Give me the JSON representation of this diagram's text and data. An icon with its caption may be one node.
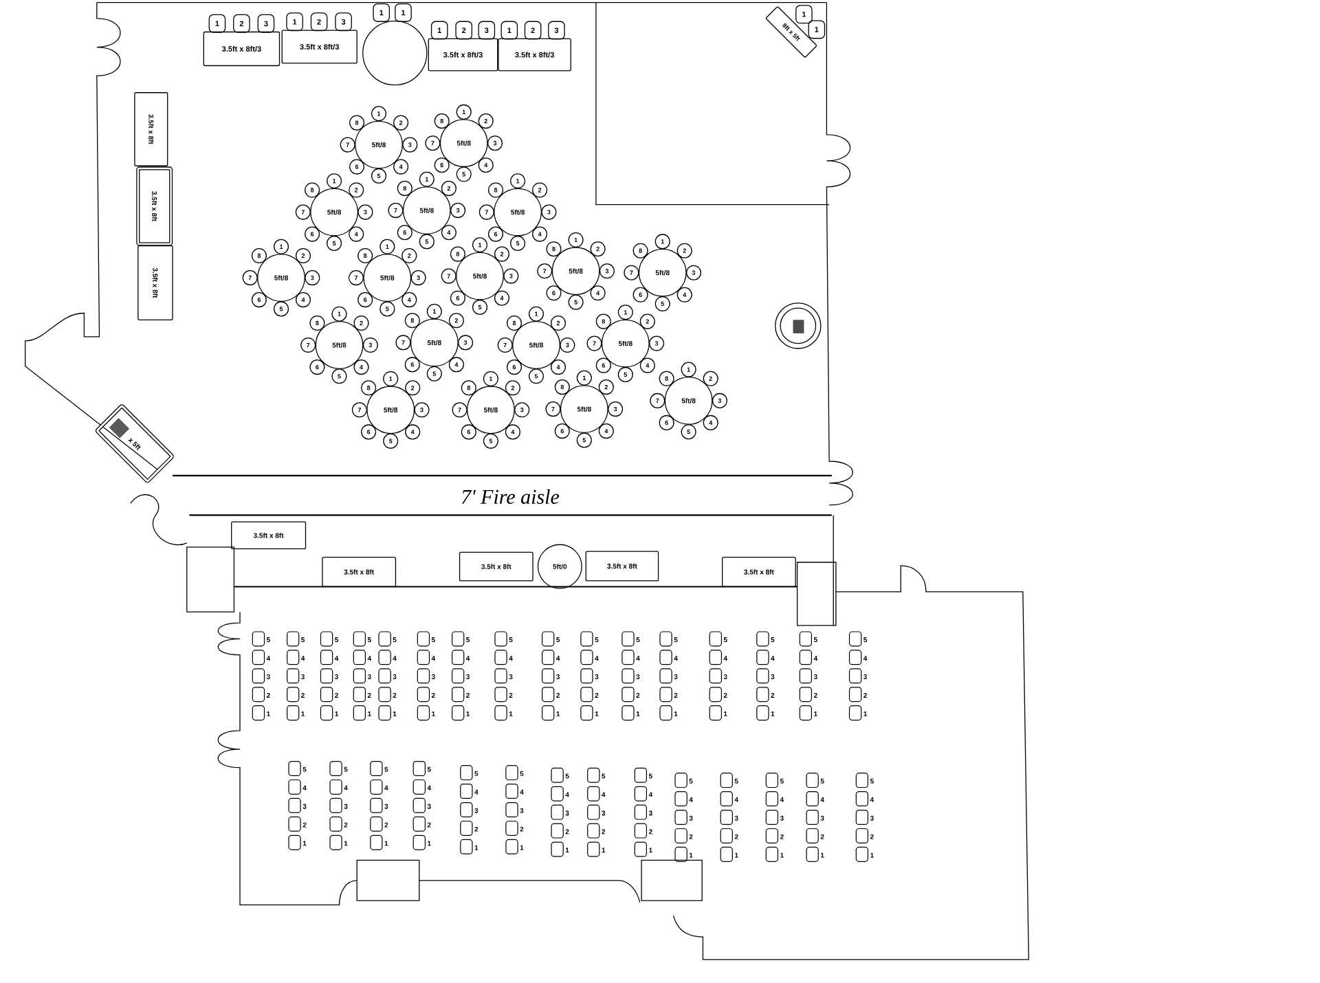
{
  "diagram": {
    "nodes": [
      {
        "text": [
          "3.5ft x 8ft/3"
        ]
      },
      {
        "text": [
          "1"
        ]
      },
      {
        "text": [
          "2"
        ]
      },
      {
        "text": [
          "3"
        ]
      },
      {
        "text": [
          "3.5ft x 8ft/3"
        ]
      },
      {
        "text": [
          "1"
        ]
      },
      {
        "text": [
          "2"
        ]
      },
      {
        "text": [
          "3"
        ]
      },
      {
        "text": [],
        "shape": "circle"
      },
      {
        "text": [
          "1"
        ]
      },
      {
        "text": [
          "1"
        ]
      },
      {
        "text": [
          "3.5ft x 8ft/3"
        ]
      },
      {
        "text": [
          "1"
        ]
      },
      {
        "text": [
          "2"
        ]
      },
      {
        "text": [
          "3"
        ]
      },
      {
        "text": [
          "3.5ft x 8ft/3"
        ]
      },
      {
        "text": [
          "1"
        ]
      },
      {
        "text": [
          "2"
        ]
      },
      {
        "text": [
          "3"
        ]
      },
      {
        "text": [
          "8ft x 5ft"
        ]
      },
      {
        "text": [
          "1"
        ]
      },
      {
        "text": [
          "1"
        ]
      },
      {
        "text": [
          "3.5ft x 8ft"
        ]
      },
      {
        "text": [
          "3.5ft x 8ft"
        ]
      },
      {
        "text": [
          "3.5ft x 8ft"
        ]
      },
      {
        "text": [
          "x 5ft"
        ]
      },
      {
        "text": [
          "5ft/8"
        ]
      },
      {
        "text": [
          "1"
        ]
      },
      {
        "text": [
          "2"
        ]
      },
      {
        "text": [
          "3"
        ]
      },
      {
        "text": [
          "4"
        ]
      },
      {
        "text": [
          "5"
        ]
      },
      {
        "text": [
          "6"
        ]
      },
      {
        "text": [
          "7"
        ]
      },
      {
        "text": [
          "8"
        ]
      },
      {
        "text": [
          "5ft/8"
        ]
      },
      {
        "text": [
          "1"
        ]
      },
      {
        "text": [
          "2"
        ]
      },
      {
        "text": [
          "3"
        ]
      },
      {
        "text": [
          "4"
        ]
      },
      {
        "text": [
          "5"
        ]
      },
      {
        "text": [
          "6"
        ]
      },
      {
        "text": [
          "7"
        ]
      },
      {
        "text": [
          "8"
        ]
      },
      {
        "text": [
          "5ft/8"
        ]
      },
      {
        "text": [
          "1"
        ]
      },
      {
        "text": [
          "2"
        ]
      },
      {
        "text": [
          "3"
        ]
      },
      {
        "text": [
          "4"
        ]
      },
      {
        "text": [
          "5"
        ]
      },
      {
        "text": [
          "6"
        ]
      },
      {
        "text": [
          "7"
        ]
      },
      {
        "text": [
          "8"
        ]
      },
      {
        "text": [
          "5ft/8"
        ]
      },
      {
        "text": [
          "1"
        ]
      },
      {
        "text": [
          "2"
        ]
      },
      {
        "text": [
          "3"
        ]
      },
      {
        "text": [
          "4"
        ]
      },
      {
        "text": [
          "5"
        ]
      },
      {
        "text": [
          "6"
        ]
      },
      {
        "text": [
          "7"
        ]
      },
      {
        "text": [
          "8"
        ]
      },
      {
        "text": [
          "5ft/8"
        ]
      },
      {
        "text": [
          "1"
        ]
      },
      {
        "text": [
          "2"
        ]
      },
      {
        "text": [
          "3"
        ]
      },
      {
        "text": [
          "4"
        ]
      },
      {
        "text": [
          "5"
        ]
      },
      {
        "text": [
          "6"
        ]
      },
      {
        "text": [
          "7"
        ]
      },
      {
        "text": [
          "8"
        ]
      },
      {
        "text": [
          "5ft/8"
        ]
      },
      {
        "text": [
          "1"
        ]
      },
      {
        "text": [
          "2"
        ]
      },
      {
        "text": [
          "3"
        ]
      },
      {
        "text": [
          "4"
        ]
      },
      {
        "text": [
          "5"
        ]
      },
      {
        "text": [
          "6"
        ]
      },
      {
        "text": [
          "7"
        ]
      },
      {
        "text": [
          "8"
        ]
      },
      {
        "text": [
          "5ft/8"
        ]
      },
      {
        "text": [
          "1"
        ]
      },
      {
        "text": [
          "2"
        ]
      },
      {
        "text": [
          "3"
        ]
      },
      {
        "text": [
          "4"
        ]
      },
      {
        "text": [
          "5"
        ]
      },
      {
        "text": [
          "6"
        ]
      },
      {
        "text": [
          "7"
        ]
      },
      {
        "text": [
          "8"
        ]
      },
      {
        "text": [
          "5ft/8"
        ]
      },
      {
        "text": [
          "1"
        ]
      },
      {
        "text": [
          "2"
        ]
      },
      {
        "text": [
          "3"
        ]
      },
      {
        "text": [
          "4"
        ]
      },
      {
        "text": [
          "5"
        ]
      },
      {
        "text": [
          "6"
        ]
      },
      {
        "text": [
          "7"
        ]
      },
      {
        "text": [
          "8"
        ]
      },
      {
        "text": [
          "5ft/8"
        ]
      },
      {
        "text": [
          "1"
        ]
      },
      {
        "text": [
          "2"
        ]
      },
      {
        "text": [
          "3"
        ]
      },
      {
        "text": [
          "4"
        ]
      },
      {
        "text": [
          "5"
        ]
      },
      {
        "text": [
          "6"
        ]
      },
      {
        "text": [
          "7"
        ]
      },
      {
        "text": [
          "8"
        ]
      },
      {
        "text": [
          "5ft/8"
        ]
      },
      {
        "text": [
          "1"
        ]
      },
      {
        "text": [
          "2"
        ]
      },
      {
        "text": [
          "3"
        ]
      },
      {
        "text": [
          "4"
        ]
      },
      {
        "text": [
          "5"
        ]
      },
      {
        "text": [
          "6"
        ]
      },
      {
        "text": [
          "7"
        ]
      },
      {
        "text": [
          "8"
        ]
      },
      {
        "text": [
          "5ft/8"
        ]
      },
      {
        "text": [
          "1"
        ]
      },
      {
        "text": [
          "2"
        ]
      },
      {
        "text": [
          "3"
        ]
      },
      {
        "text": [
          "4"
        ]
      },
      {
        "text": [
          "5"
        ]
      },
      {
        "text": [
          "6"
        ]
      },
      {
        "text": [
          "7"
        ]
      },
      {
        "text": [
          "8"
        ]
      },
      {
        "text": [
          "5ft/8"
        ]
      },
      {
        "text": [
          "1"
        ]
      },
      {
        "text": [
          "2"
        ]
      },
      {
        "text": [
          "3"
        ]
      },
      {
        "text": [
          "4"
        ]
      },
      {
        "text": [
          "5"
        ]
      },
      {
        "text": [
          "6"
        ]
      },
      {
        "text": [
          "7"
        ]
      },
      {
        "text": [
          "8"
        ]
      },
      {
        "text": [
          "5ft/8"
        ]
      },
      {
        "text": [
          "1"
        ]
      },
      {
        "text": [
          "2"
        ]
      },
      {
        "text": [
          "3"
        ]
      },
      {
        "text": [
          "4"
        ]
      },
      {
        "text": [
          "5"
        ]
      },
      {
        "text": [
          "6"
        ]
      },
      {
        "text": [
          "7"
        ]
      },
      {
        "text": [
          "8"
        ]
      },
      {
        "text": [
          "5ft/8"
        ]
      },
      {
        "text": [
          "1"
        ]
      },
      {
        "text": [
          "2"
        ]
      },
      {
        "text": [
          "3"
        ]
      },
      {
        "text": [
          "4"
        ]
      },
      {
        "text": [
          "5"
        ]
      },
      {
        "text": [
          "6"
        ]
      },
      {
        "text": [
          "7"
        ]
      },
      {
        "text": [
          "8"
        ]
      },
      {
        "text": [
          "5ft/8"
        ]
      },
      {
        "text": [
          "1"
        ]
      },
      {
        "text": [
          "2"
        ]
      },
      {
        "text": [
          "3"
        ]
      },
      {
        "text": [
          "4"
        ]
      },
      {
        "text": [
          "5"
        ]
      },
      {
        "text": [
          "6"
        ]
      },
      {
        "text": [
          "7"
        ]
      },
      {
        "text": [
          "8"
        ]
      },
      {
        "text": [
          "5ft/8"
        ]
      },
      {
        "text": [
          "1"
        ]
      },
      {
        "text": [
          "2"
        ]
      },
      {
        "text": [
          "3"
        ]
      },
      {
        "text": [
          "4"
        ]
      },
      {
        "text": [
          "5"
        ]
      },
      {
        "text": [
          "6"
        ]
      },
      {
        "text": [
          "7"
        ]
      },
      {
        "text": [
          "8"
        ]
      },
      {
        "text": [
          "5ft/8"
        ]
      },
      {
        "text": [
          "1"
        ]
      },
      {
        "text": [
          "2"
        ]
      },
      {
        "text": [
          "3"
        ]
      },
      {
        "text": [
          "4"
        ]
      },
      {
        "text": [
          "5"
        ]
      },
      {
        "text": [
          "6"
        ]
      },
      {
        "text": [
          "7"
        ]
      },
      {
        "text": [
          "8"
        ]
      },
      {
        "text": [
          "5ft/8"
        ]
      },
      {
        "text": [
          "1"
        ]
      },
      {
        "text": [
          "2"
        ]
      },
      {
        "text": [
          "3"
        ]
      },
      {
        "text": [
          "4"
        ]
      },
      {
        "text": [
          "5"
        ]
      },
      {
        "text": [
          "6"
        ]
      },
      {
        "text": [
          "7"
        ]
      },
      {
        "text": [
          "8"
        ]
      },
      {
        "text": [
          "3.5ft x 8ft"
        ]
      },
      {
        "text": [
          "3.5ft x 8ft"
        ]
      },
      {
        "text": [
          "3.5ft x 8ft"
        ]
      },
      {
        "text": [
          "5ft/0"
        ]
      },
      {
        "text": [
          "3.5ft x 8ft"
        ]
      },
      {
        "text": [
          "3.5ft x 8ft"
        ]
      }
    ],
    "labels": [
      "7' Fire aisle",
      "5",
      "5",
      "5",
      "5",
      "5",
      "5",
      "5",
      "5",
      "5",
      "5",
      "5",
      "5",
      "5",
      "5",
      "5",
      "5",
      "4",
      "4",
      "4",
      "4",
      "4",
      "4",
      "4",
      "4",
      "4",
      "4",
      "4",
      "4",
      "4",
      "4",
      "4",
      "4",
      "3",
      "3",
      "3",
      "3",
      "3",
      "3",
      "3",
      "3",
      "3",
      "3",
      "3",
      "3",
      "3",
      "3",
      "3",
      "3",
      "2",
      "2",
      "2",
      "2",
      "2",
      "2",
      "2",
      "2",
      "2",
      "2",
      "2",
      "2",
      "2",
      "2",
      "2",
      "2",
      "1",
      "1",
      "1",
      "1",
      "1",
      "1",
      "1",
      "1",
      "1",
      "1",
      "1",
      "1",
      "1",
      "1",
      "1",
      "1",
      "5",
      "5",
      "5",
      "5",
      "5",
      "5",
      "5",
      "5",
      "5",
      "5",
      "5",
      "5",
      "5",
      "5",
      "4",
      "4",
      "4",
      "4",
      "4",
      "4",
      "4",
      "4",
      "4",
      "4",
      "4",
      "4",
      "4",
      "4",
      "3",
      "3",
      "3",
      "3",
      "3",
      "3",
      "3",
      "3",
      "3",
      "3",
      "3",
      "3",
      "3",
      "3",
      "2",
      "2",
      "2",
      "2",
      "2",
      "2",
      "2",
      "2",
      "2",
      "2",
      "2",
      "2",
      "2",
      "2",
      "1",
      "1",
      "1",
      "1",
      "1",
      "1",
      "1",
      "1",
      "1",
      "1",
      "1",
      "1",
      "1",
      "1"
    ]
  }
}
